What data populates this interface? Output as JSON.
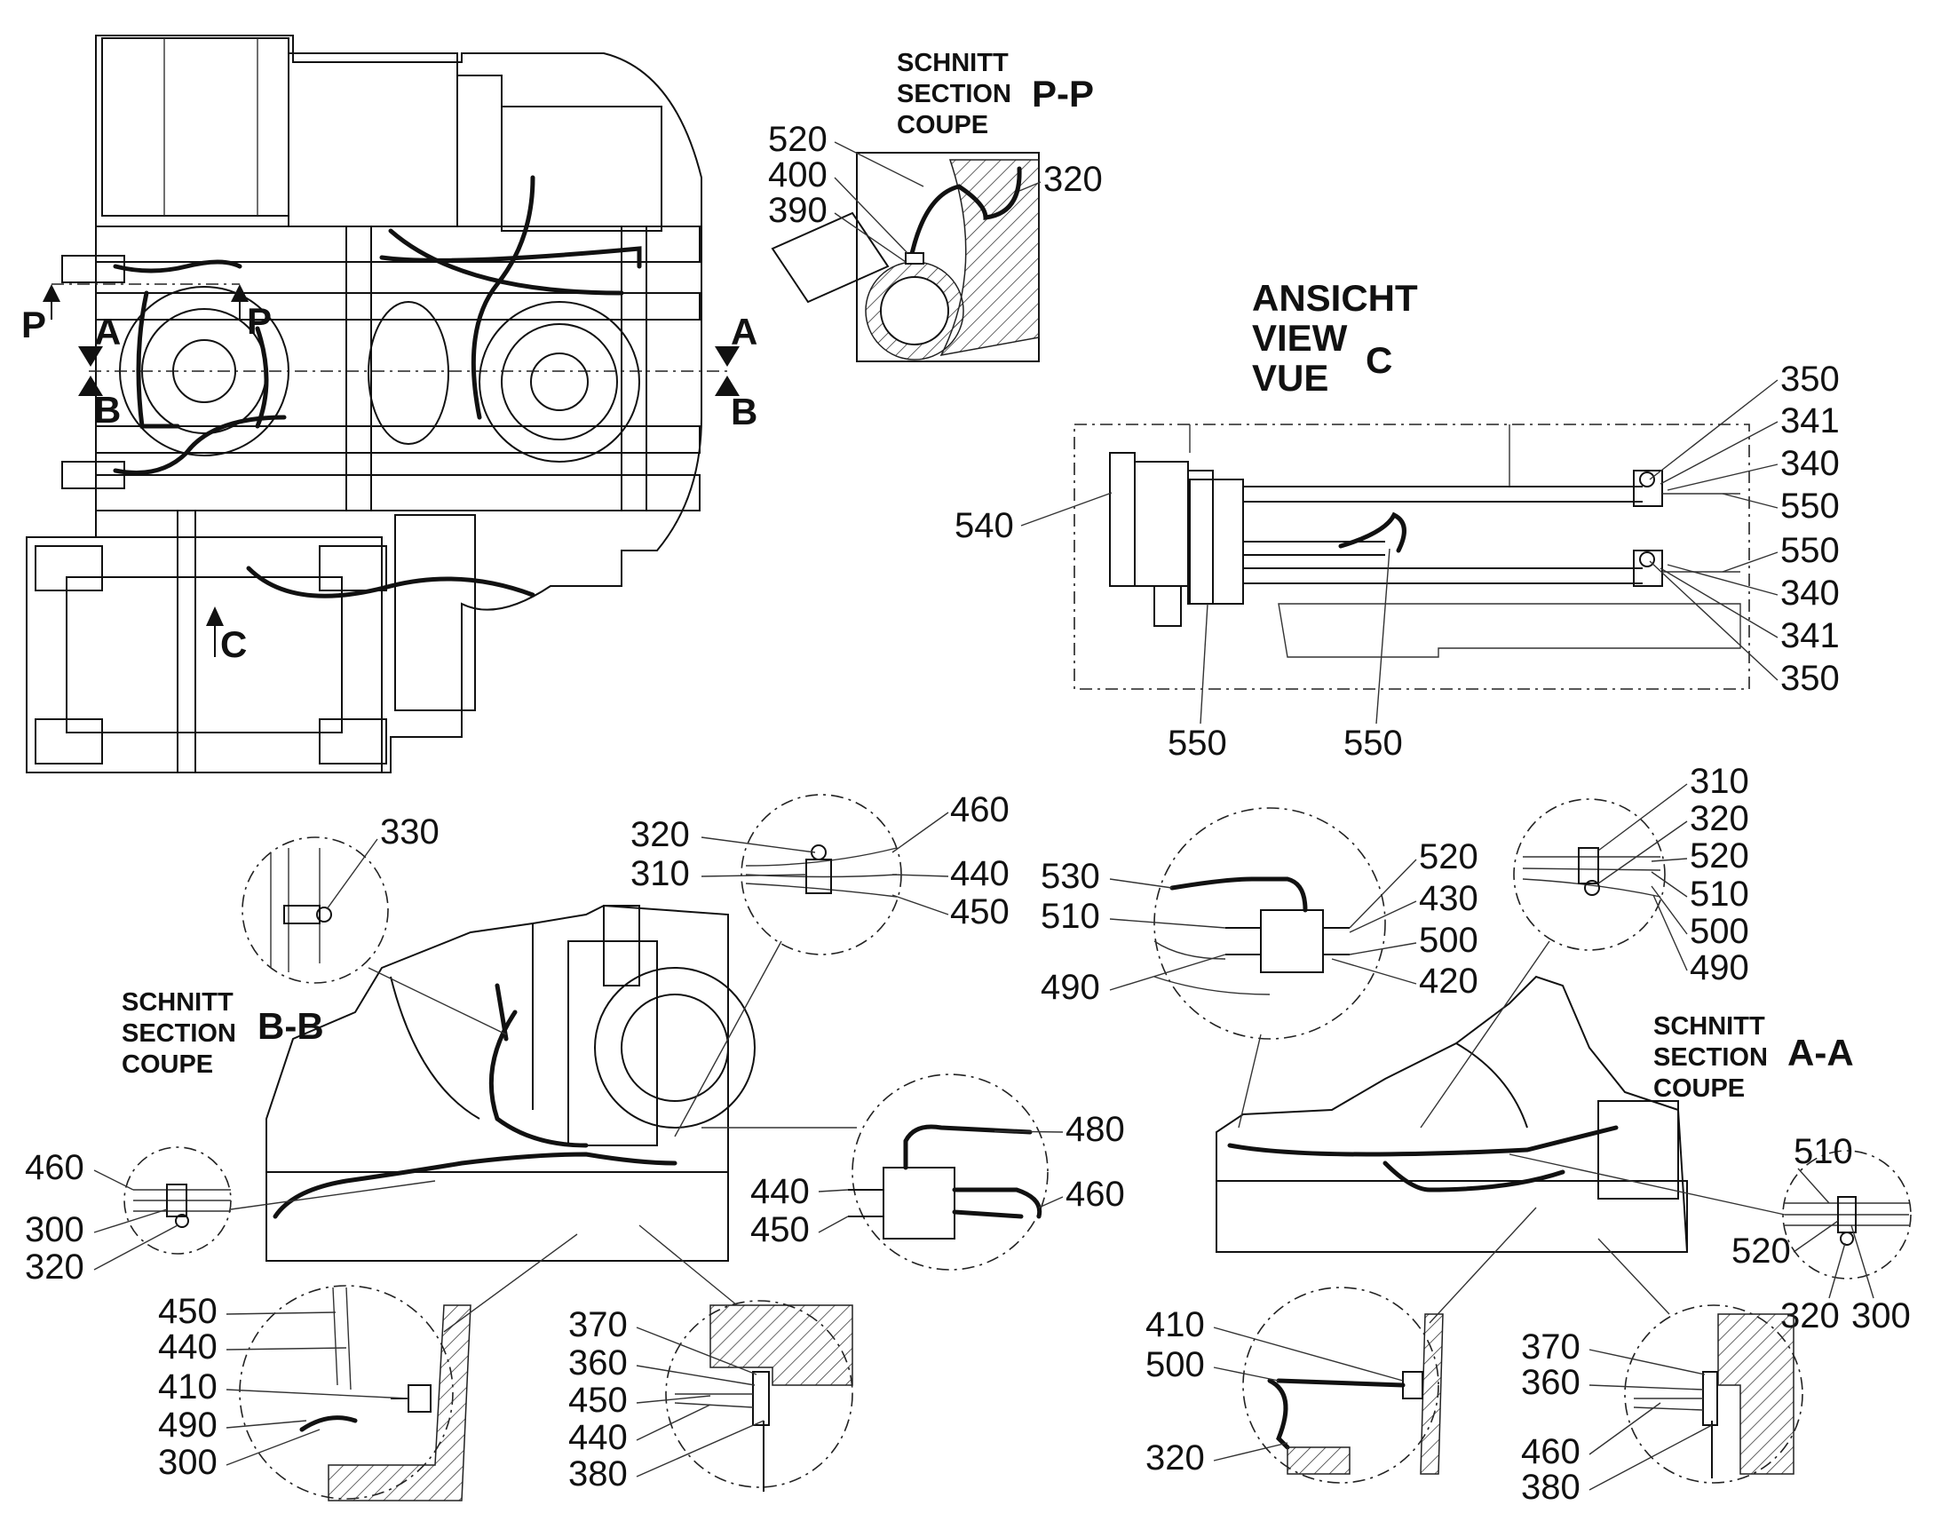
{
  "sections": {
    "pp": {
      "line1": "SCHNITT",
      "line2": "SECTION",
      "line3": "COUPE",
      "tag": "P-P"
    },
    "bb": {
      "line1": "SCHNITT",
      "line2": "SECTION",
      "line3": "COUPE",
      "tag": "B-B"
    },
    "aa": {
      "line1": "SCHNITT",
      "line2": "SECTION",
      "line3": "COUPE",
      "tag": "A-A"
    }
  },
  "view_c": {
    "line1": "ANSICHT",
    "line2": "VIEW",
    "line3": "VUE",
    "tag": "C"
  },
  "cut_markers": {
    "p": "P",
    "a": "A",
    "b": "B",
    "c": "C"
  },
  "callouts": {
    "pp": [
      "520",
      "400",
      "390",
      "320"
    ],
    "view_c": [
      "350",
      "341",
      "340",
      "550",
      "550",
      "340",
      "341",
      "350",
      "540",
      "550",
      "550"
    ],
    "bb_detail_clamp": [
      "330"
    ],
    "bb_detail_top": [
      "320",
      "310",
      "460",
      "440",
      "450"
    ],
    "bb_detail_left": [
      "460",
      "300",
      "320"
    ],
    "bb_detail_valve": [
      "480",
      "440",
      "460",
      "450"
    ],
    "bb_detail_bottom_left": [
      "450",
      "440",
      "410",
      "490",
      "300"
    ],
    "bb_detail_bottom_right": [
      "370",
      "360",
      "450",
      "440",
      "380"
    ],
    "aa_detail_valve": [
      "520",
      "530",
      "430",
      "510",
      "500",
      "490",
      "420"
    ],
    "aa_detail_clamp": [
      "310",
      "320",
      "520",
      "510",
      "500",
      "490"
    ],
    "aa_detail_right": [
      "510",
      "520",
      "320",
      "300"
    ],
    "aa_detail_bottom_left": [
      "410",
      "500",
      "320"
    ],
    "aa_detail_bottom_right": [
      "370",
      "360",
      "460",
      "380"
    ]
  }
}
